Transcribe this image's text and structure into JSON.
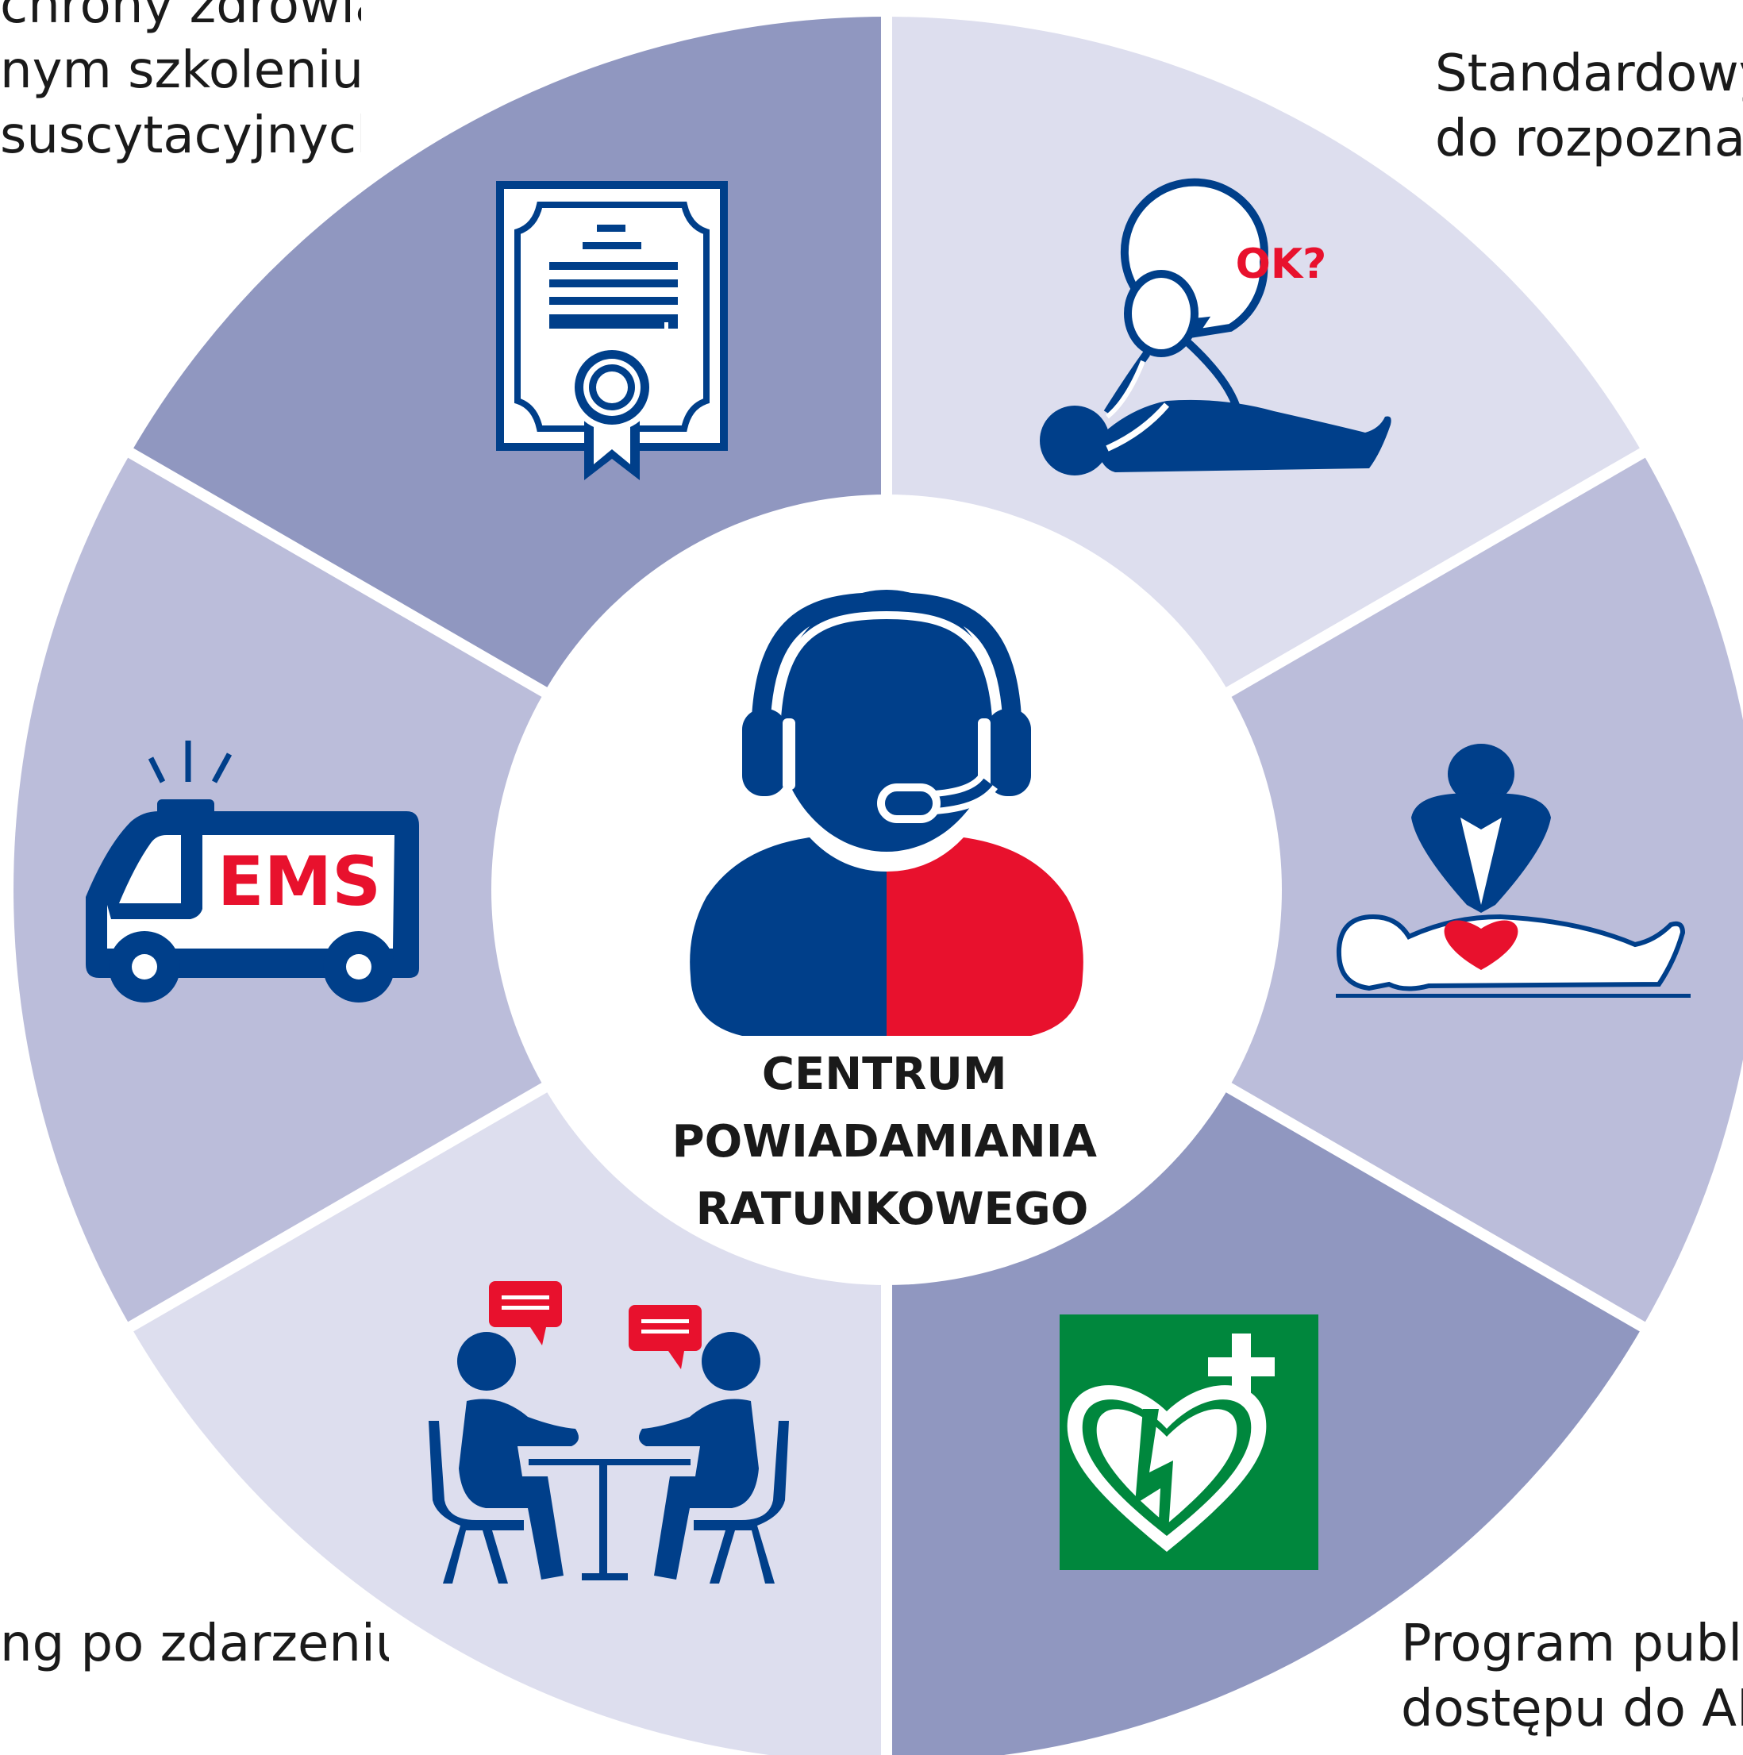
{
  "center": {
    "title_lines": [
      "CENTRUM",
      "POWIADAMIANIA",
      "RATUNKOWEGO"
    ]
  },
  "colors": {
    "segment_dark": "#9097c0",
    "segment_mid": "#bbbdda",
    "segment_light": "#dddeee",
    "navy": "#003f8a",
    "red": "#e8112d",
    "aed_green": "#00873d",
    "divider": "#ffffff"
  },
  "outer_labels": {
    "top_left": [
      "chrony zdrowia",
      "nym szkoleniu",
      "suscytacyjnych"
    ],
    "top_right": [
      "Standardowy",
      "do rozpozna"
    ],
    "bottom_left": [
      "ng po zdarzeniu"
    ],
    "bottom_right": [
      "Program publ",
      "dostępu do AE"
    ]
  },
  "icons": {
    "ems_text": "EMS",
    "ok_text": "OK?",
    "certificate": "certificate-icon",
    "recognition": "ok-check-victim-icon",
    "cpr": "cpr-compressions-icon",
    "aed": "aed-sign-icon",
    "debriefing": "debriefing-conversation-icon",
    "ambulance": "ambulance-icon",
    "dispatcher": "dispatcher-headset-icon"
  }
}
